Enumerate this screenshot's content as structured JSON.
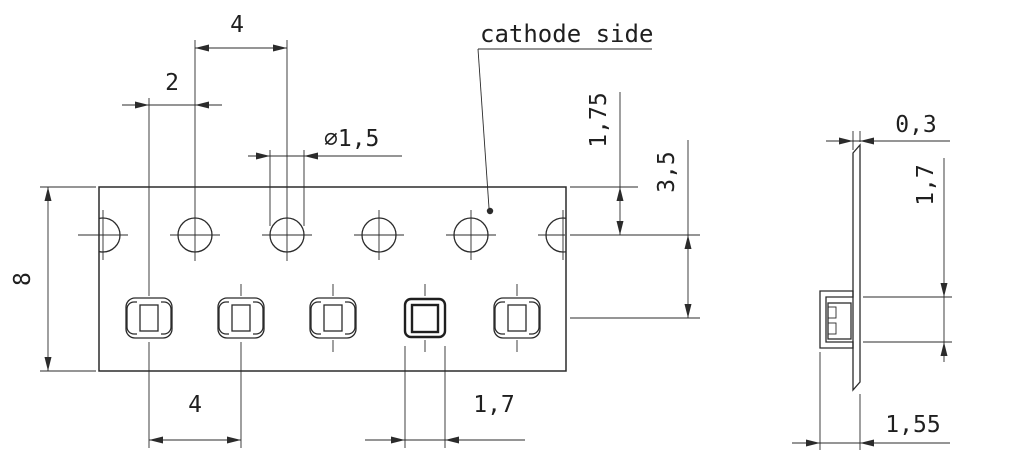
{
  "colors": {
    "line": "#2b2b2b",
    "background": "#ffffff"
  },
  "front_view": {
    "label_cathode": "cathode side",
    "dim_hole_pitch": "4",
    "dim_hole_pocket_offset": "2",
    "dim_hole_diameter": "⌀1,5",
    "dim_hole_center_from_edge": "1,75",
    "dim_hole_to_pocket_center": "3,5",
    "dim_tape_width": "8",
    "dim_pocket_pitch": "4",
    "dim_pocket_width": "1,7"
  },
  "side_view": {
    "dim_tape_thickness": "0,3",
    "dim_pocket_inner_depth": "1,7",
    "dim_overall_thickness": "1,55"
  }
}
